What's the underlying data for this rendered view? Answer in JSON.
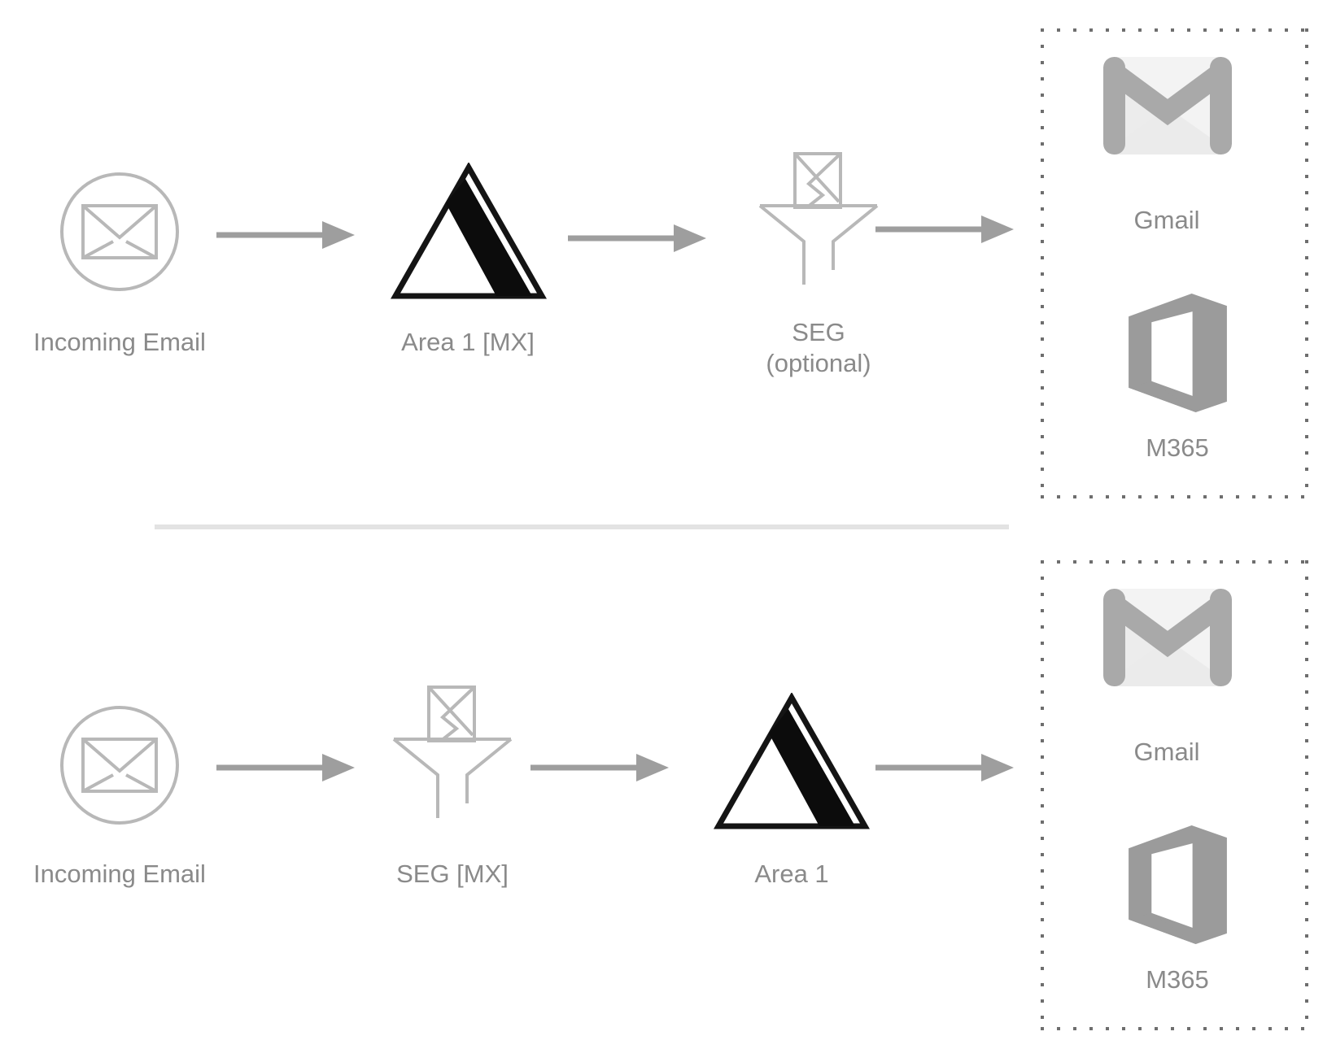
{
  "flow_top": {
    "incoming_label": "Incoming Email",
    "gateway_label": "Area 1 [MX]",
    "seg_label": "SEG",
    "seg_sublabel": "(optional)",
    "gmail_label": "Gmail",
    "m365_label": "M365"
  },
  "flow_bottom": {
    "incoming_label": "Incoming Email",
    "seg_label": "SEG [MX]",
    "gateway_label": "Area 1",
    "gmail_label": "Gmail",
    "m365_label": "M365"
  },
  "colors": {
    "label_text": "#8a8a8a",
    "arrow": "#9e9e9e",
    "outline_icon_stroke": "#b8b8b8",
    "triangle_black": "#111111",
    "gmail_gray": "#a9a9a9",
    "gmail_body": "#f3f3f3",
    "m365_gray": "#9b9b9b",
    "dotted_border": "#6e6e6e",
    "separator": "#e3e3e3"
  }
}
